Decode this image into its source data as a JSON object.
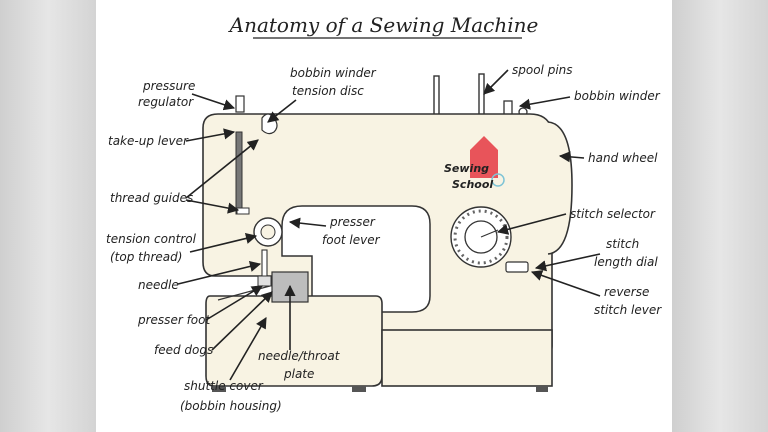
{
  "title": "Anatomy of a Sewing Machine",
  "logo_text": [
    "Sewing",
    "School"
  ],
  "labels": {
    "pressure_regulator": [
      "pressure",
      "regulator"
    ],
    "bobbin_winder_tension_disc": [
      "bobbin winder",
      "tension disc"
    ],
    "spool_pins": "spool pins",
    "bobbin_winder": "bobbin winder",
    "take_up_lever": "take-up lever",
    "hand_wheel": "hand wheel",
    "thread_guides": "thread guides",
    "stitch_selector": "stitch selector",
    "tension_control": [
      "tension control",
      "(top thread)"
    ],
    "presser_foot_lever": [
      "presser",
      "foot lever"
    ],
    "stitch_length_dial": [
      "stitch",
      "length dial"
    ],
    "needle": "needle",
    "reverse_stitch_lever": [
      "reverse",
      "stitch lever"
    ],
    "presser_foot": "presser foot",
    "feed_dogs": "feed dogs",
    "needle_throat_plate": [
      "needle/throat",
      "plate"
    ],
    "shuttle_cover": [
      "shuttle cover",
      "(bobbin housing)"
    ]
  },
  "colors": {
    "machine_body": "#f8f3e3",
    "logo_house": "#e8545a",
    "logo_accent": "#7fc4d6",
    "outline": "#333333"
  }
}
